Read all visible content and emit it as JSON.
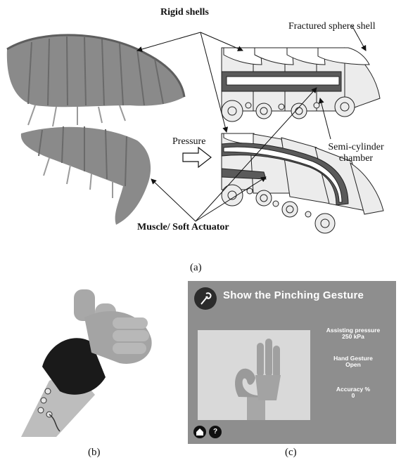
{
  "labels": {
    "rigid_shells": "Rigid shells",
    "fractured_sphere_shell": "Fractured sphere shell",
    "pressure": "Pressure",
    "semi_cylinder_line1": "Semi-cylinder",
    "semi_cylinder_line2": "chamber",
    "muscle": "Muscle/ Soft Actuator"
  },
  "captions": {
    "a": "(a)",
    "b": "(b)",
    "c": "(c)"
  },
  "screen": {
    "title": "Show the Pinching Gesture",
    "assist_label": "Assisting pressure",
    "assist_value": "250 kPa",
    "gesture_label": "Hand Gesture",
    "gesture_value": "Open",
    "accuracy_label": "Accuracy %",
    "accuracy_value": "0",
    "home_icon": "home-icon",
    "help_symbol": "?"
  },
  "colors": {
    "screen_bg": "#8e8e8e",
    "chamber": "#5a5a5a",
    "glove": "#1a1a1a"
  }
}
